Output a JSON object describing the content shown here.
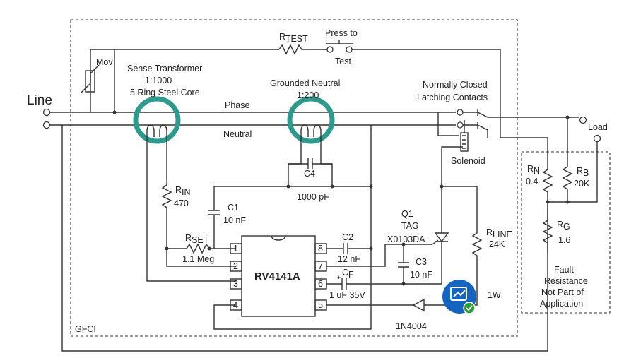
{
  "labels": {
    "line": "Line",
    "load": "Load",
    "phase": "Phase",
    "neutral": "Neutral",
    "gfci": "GFCI",
    "mov": "Mov",
    "sense_transformer": [
      "Sense Transformer",
      "1:1000",
      "5 Ring Steel Core"
    ],
    "grounded_neutral": [
      "Grounded Neutral",
      "1:200"
    ],
    "contacts": [
      "Normally Closed",
      "Latching Contacts"
    ],
    "solenoid": "Solenoid",
    "press_to_test": [
      "Press to",
      "Test"
    ],
    "fault_note": [
      "Fault",
      "Resistance",
      "Not Part of",
      "Application"
    ]
  },
  "components": {
    "r_test": {
      "name": "R",
      "sub": "TEST"
    },
    "r_in": {
      "name": "R",
      "sub": "IN",
      "value": "470"
    },
    "r_set": {
      "name": "R",
      "sub": "SET",
      "value": "1.1 Meg"
    },
    "r_line": {
      "name": "R",
      "sub": "LINE",
      "value": "24K",
      "power": "1W"
    },
    "r_n": {
      "name": "R",
      "sub": "N",
      "value": "0.4"
    },
    "r_b": {
      "name": "R",
      "sub": "B",
      "value": "20K"
    },
    "r_g": {
      "name": "R",
      "sub": "G",
      "value": "1.6"
    },
    "c1": {
      "name": "C1",
      "value": "10 nF"
    },
    "c2": {
      "name": "C2",
      "value": "12 nF"
    },
    "c3": {
      "name": "C3",
      "value": "10 nF"
    },
    "c4": {
      "name": "C4",
      "value": "1000 pF"
    },
    "cf": {
      "name": "C",
      "sub": "F",
      "value": "1 uF 35V"
    },
    "q1": {
      "name": "Q1",
      "type": "TAG",
      "part": "X0103DA"
    },
    "diode": {
      "part": "1N4004"
    }
  },
  "ic": {
    "name": "RV4141A",
    "pins_left": [
      "1",
      "2",
      "3",
      "4"
    ],
    "pins_right": [
      "8",
      "7",
      "6",
      "5"
    ]
  },
  "colors": {
    "transformer": "#2e9a8e",
    "wire": "#333333",
    "badge": "#1565c0"
  },
  "badge_icon": "chart-check-icon"
}
